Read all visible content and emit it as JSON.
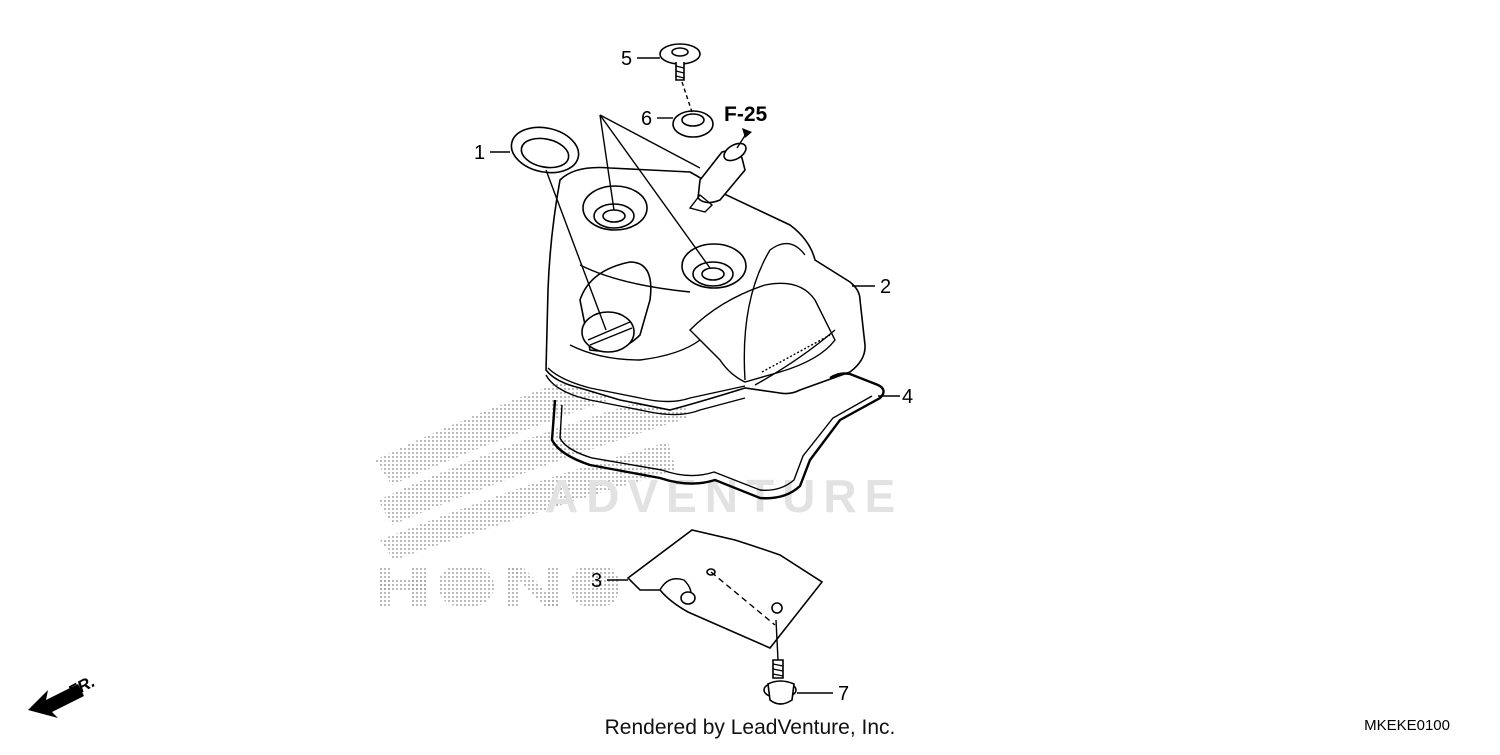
{
  "watermark": {
    "brand": "HONDA",
    "word": "ADVENTURE",
    "color": "#9a9a9a"
  },
  "callouts": [
    {
      "id": "1",
      "label": "1"
    },
    {
      "id": "2",
      "label": "2"
    },
    {
      "id": "3",
      "label": "3"
    },
    {
      "id": "4",
      "label": "4"
    },
    {
      "id": "5",
      "label": "5"
    },
    {
      "id": "6",
      "label": "6"
    },
    {
      "id": "7",
      "label": "7"
    }
  ],
  "reference": "F-25",
  "direction": {
    "label": "FR.",
    "icon": "front-arrow-icon"
  },
  "footer": "Rendered by LeadVenture, Inc.",
  "diagram_code": "MKEKE0100"
}
